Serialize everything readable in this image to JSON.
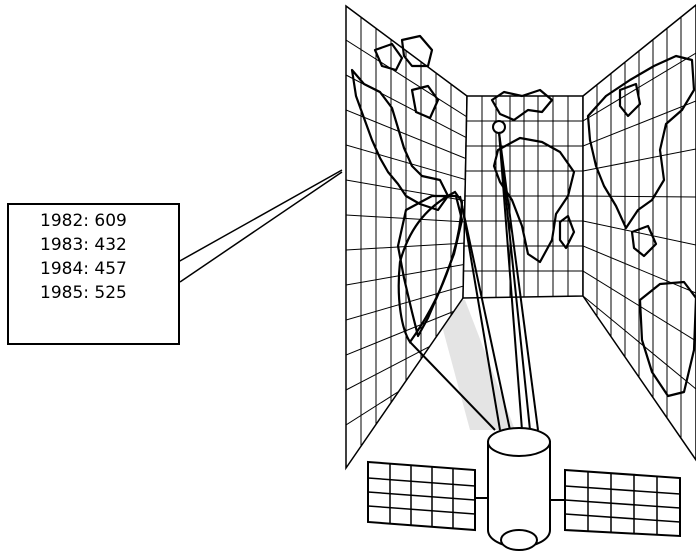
{
  "callout": {
    "entries": [
      {
        "year": "1982",
        "value": "609"
      },
      {
        "year": "1983",
        "value": "432"
      },
      {
        "year": "1984",
        "value": "457"
      },
      {
        "year": "1985",
        "value": "525"
      }
    ]
  },
  "colors": {
    "line": "#000000",
    "background": "#ffffff",
    "beam_fill": "#dcdcdc"
  },
  "icons": [
    "satellite-icon",
    "world-map-wall",
    "solar-panel-icon"
  ]
}
